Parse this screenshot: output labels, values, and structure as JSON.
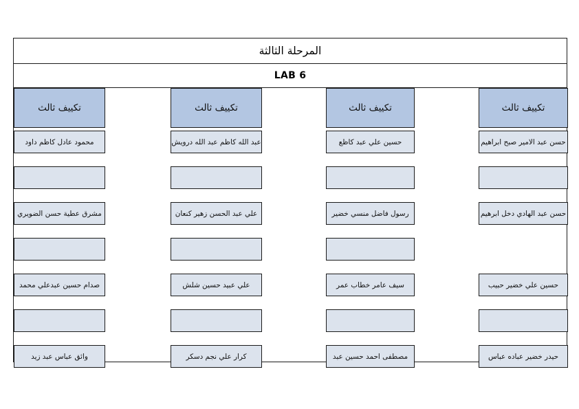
{
  "sheet": {
    "title": "المرحلة الثالثة",
    "lab": "LAB 6",
    "colors": {
      "header_fill": "#b3c6e2",
      "cell_fill": "#dce3ed",
      "border": "#1a1a1a",
      "page_background": "#ffffff"
    },
    "columns": [
      {
        "header": "تكييف ثالث",
        "cells": [
          "محمود عادل كاظم داود",
          "",
          "مشرق عطية حسن الضويري",
          "",
          "صدام حسين عبدعلي محمد",
          "",
          "وائق عباس عبد زيد"
        ]
      },
      {
        "header": "تكييف ثالث",
        "cells": [
          "عبد الله كاظم عبد الله درويش",
          "",
          "علي عبد الحسن زهير كنعان",
          "",
          "علي عبيد حسين شلش",
          "",
          "كرار علي نجم دسكر"
        ]
      },
      {
        "header": "تكييف ثالث",
        "cells": [
          "حسين علي عبد كاظع",
          "",
          "رسول فاضل منسي خضير",
          "",
          "سيف عامر خطاب عمر",
          "",
          "مصطفى احمد حسين عبد"
        ]
      },
      {
        "header": "تكييف ثالث",
        "cells": [
          "حسن عبد الامير صبح ابراهيم",
          "",
          "حسن عبد الهادي دخل ابرهيم",
          null,
          "حسين علي خضير حبيب",
          "",
          "حيدر خضير عباده عباس"
        ]
      }
    ]
  }
}
